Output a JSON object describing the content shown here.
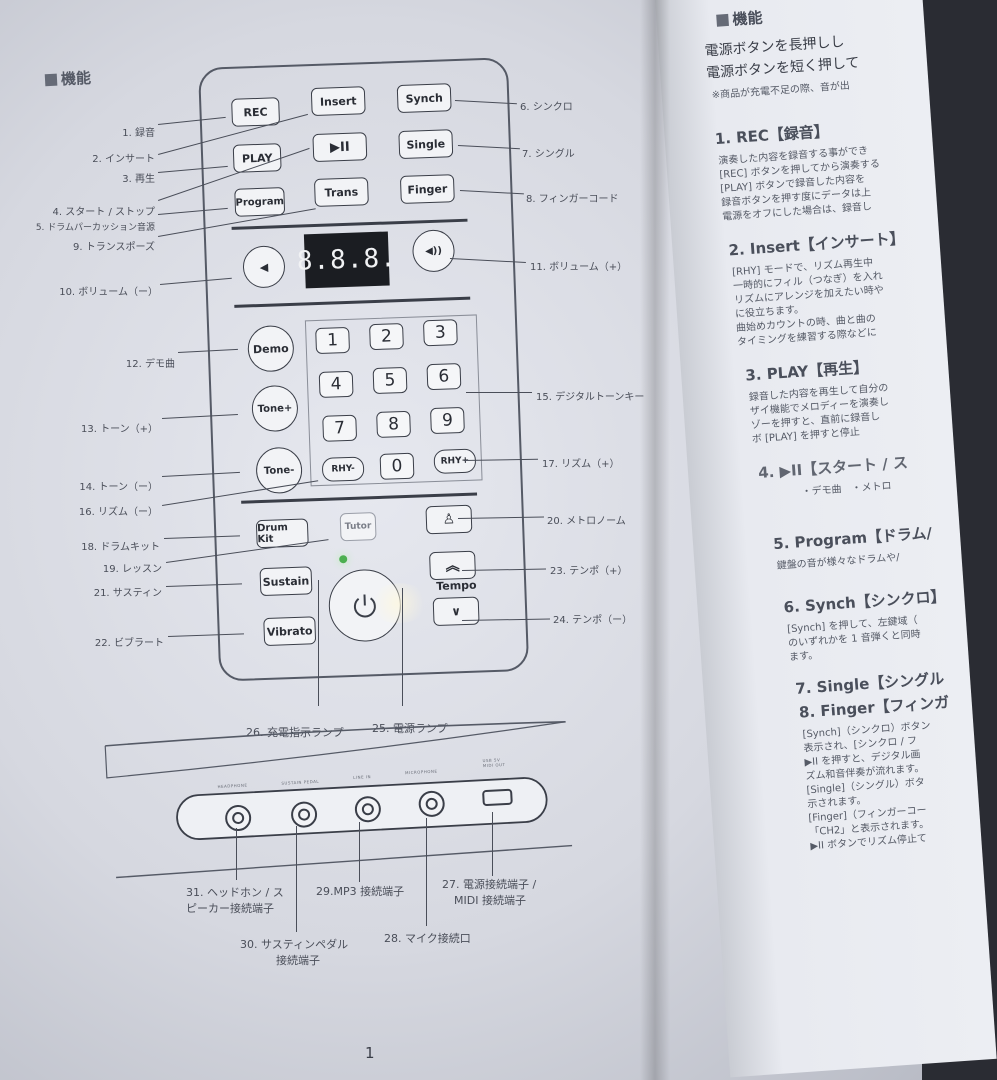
{
  "left_page": {
    "section": "機能",
    "remote": {
      "row1": [
        "REC",
        "Insert",
        "Synch"
      ],
      "row2": [
        "PLAY",
        "▶II",
        "Single"
      ],
      "row3": [
        "Program",
        "Trans",
        "Finger"
      ],
      "display": "8.8.8.",
      "vol_minus_icon": "◀",
      "vol_plus_icon": "◀))",
      "demo": "Demo",
      "tone_plus": "Tone+",
      "tone_minus": "Tone-",
      "rhy_minus": "RHY-",
      "rhy_plus": "RHY+",
      "numpad": [
        "1",
        "2",
        "3",
        "4",
        "5",
        "6",
        "7",
        "8",
        "9",
        "0"
      ],
      "drum_kit": "Drum Kit",
      "tutor": "Tutor",
      "sustain": "Sustain",
      "vibrato": "Vibrato",
      "tempo": "Tempo",
      "tempo_up": "︽",
      "tempo_down": "∨",
      "metronome_icon": "♙"
    },
    "callouts": {
      "c1": "1. 録音",
      "c2": "2. インサート",
      "c3": "3. 再生",
      "c4": "4. スタート / ストップ",
      "c5": "5. ドラムパーカッション音源",
      "c9": "9. トランスポーズ",
      "c10": "10. ボリューム（ー）",
      "c12": "12. デモ曲",
      "c13": "13. トーン（+）",
      "c14": "14. トーン（ー）",
      "c16": "16. リズム（ー）",
      "c18": "18. ドラムキット",
      "c19": "19. レッスン",
      "c21": "21. サスティン",
      "c22": "22. ビブラート",
      "c6": "6. シンクロ",
      "c7": "7. シングル",
      "c8": "8. フィンガーコード",
      "c11": "11. ボリューム（+）",
      "c15": "15. デジタルトーンキー",
      "c17": "17. リズム（+）",
      "c20": "20. メトロノーム",
      "c23": "23. テンポ（+）",
      "c24": "24. テンポ（ー）",
      "c26": "26. 充電指示ランプ",
      "c25": "25. 電源ランプ",
      "c31a": "31. ヘッドホン / ス",
      "c31b": "ピーカー接続端子",
      "c29": "29.MP3 接続端子",
      "c27a": "27. 電源接続端子 /",
      "c27b": "MIDI 接続端子",
      "c30a": "30. サスティンペダル",
      "c30b": "接続端子",
      "c28": "28. マイク接続口"
    },
    "port_labels": [
      "HEADPHONE",
      "SUSTAIN PEDAL",
      "LINE IN",
      "MICROPHONE",
      "USB 5V MIDI OUT"
    ],
    "page_number": "1"
  },
  "right_page": {
    "section": "機能",
    "lines": [
      "電源ボタンを長押しし",
      "電源ボタンを短く押して",
      "※商品が充電不足の際、音が出"
    ],
    "items": [
      {
        "head": "1. REC【録音】",
        "body": [
          "演奏した内容を録音する事ができ",
          "[REC] ボタンを押してから演奏する",
          "[PLAY] ボタンで録音した内容を",
          "録音ボタンを押す度にデータは上",
          "電源をオフにした場合は、録音し"
        ]
      },
      {
        "head": "2. Insert【インサート】",
        "body": [
          "[RHY] モードで、リズム再生中",
          "一時的にフィル（つなぎ）を入れ",
          "リズムにアレンジを加えたい時や",
          "に役立ちます。",
          "曲始めカウントの時、曲と曲の",
          "タイミングを練習する際などに"
        ]
      },
      {
        "head": "3. PLAY【再生】",
        "body": [
          "録音した内容を再生して自分の",
          "ザイ機能でメロディーを演奏し",
          "ゾーを押すと、直前に録音し",
          "ボ [PLAY] を押すと停止"
        ]
      },
      {
        "head": "4. ▶II【スタート / ス",
        "body": [
          "・デモ曲　・メトロ"
        ]
      },
      {
        "head": "5. Program【ドラム/",
        "body": [
          "鍵盤の音が様々なドラムや/"
        ]
      },
      {
        "head": "6. Synch【シンクロ】",
        "body": [
          "[Synch] を押して、左鍵域（",
          "のいずれかを 1 音弾くと同時",
          "ます。"
        ]
      },
      {
        "head": "7. Single【シングル",
        "body": []
      },
      {
        "head": "8. Finger【フィンガ",
        "body": [
          "[Synch]（シンクロ）ボタン",
          "表示され、[シンクロ / フ",
          "▶II を押すと、デジタル画",
          "ズム和音伴奏が流れます。",
          "[Single]（シングル）ボタ",
          "示されます。",
          "[Finger]（フィンガーコー",
          "「CH2」と表示されます。",
          "▶II ボタンでリズム停止て"
        ]
      }
    ]
  }
}
